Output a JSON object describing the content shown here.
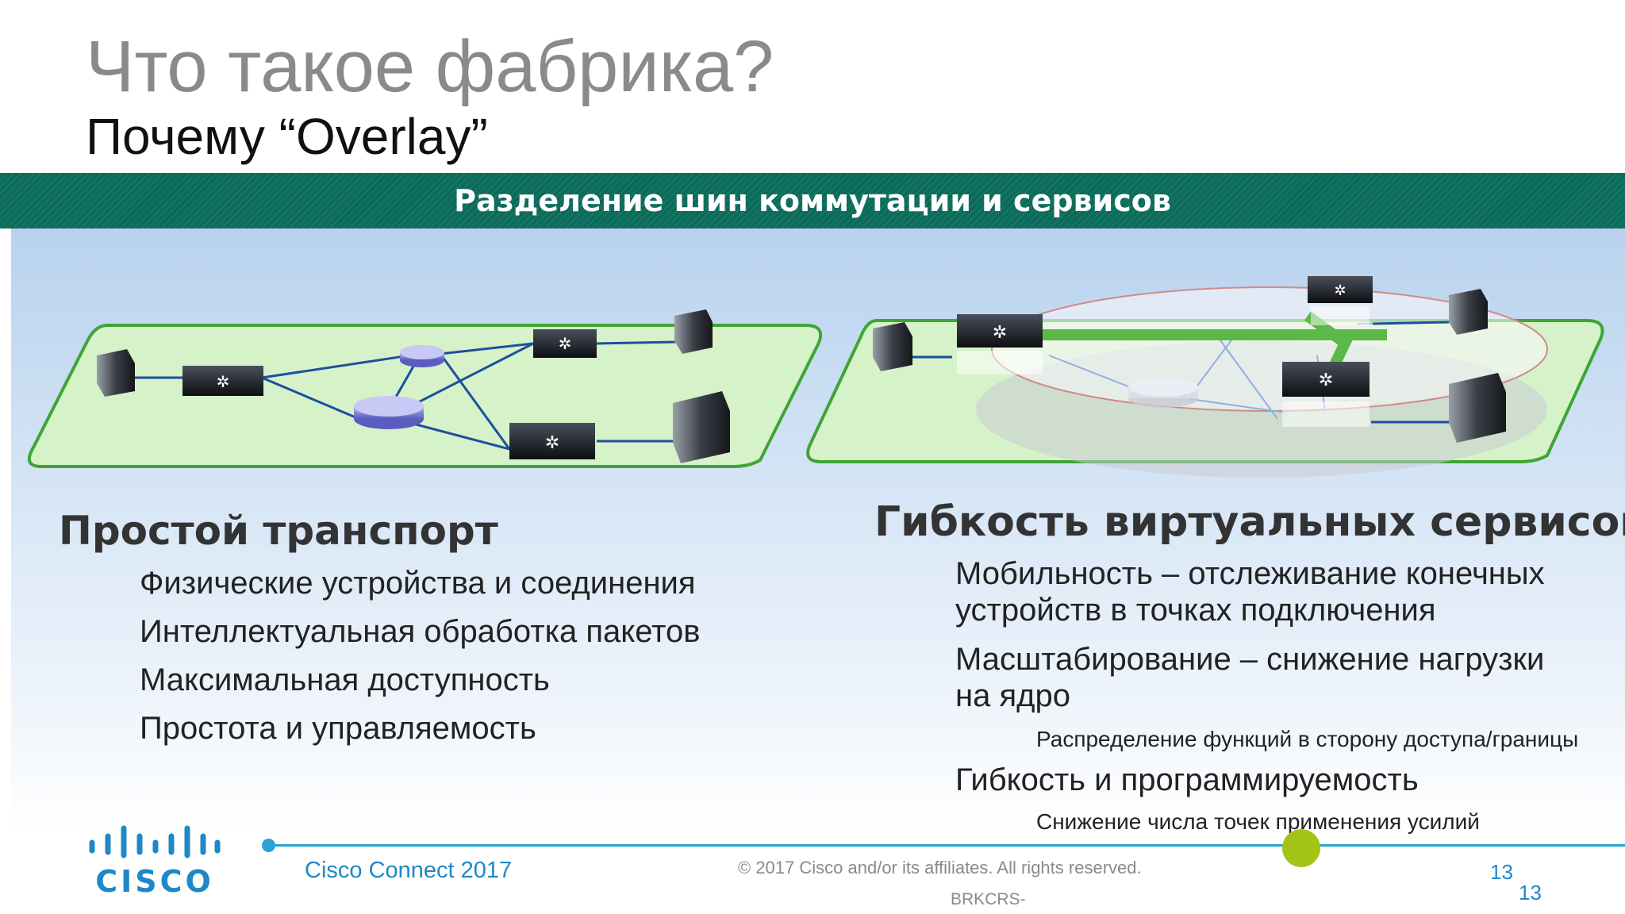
{
  "slide": {
    "title": "Что такое фабрика?",
    "subtitle": "Почему “Overlay”",
    "banner": "Разделение шин коммутации и сервисов"
  },
  "left": {
    "heading": "Простой транспорт",
    "items": [
      "Физические устройства и соединения",
      "Интеллектуальная обработка пакетов",
      "Максимальная доступность",
      "Простота и управляемость"
    ]
  },
  "right": {
    "heading": "Гибкость виртуальных сервисов",
    "item1_line1": "Мобильность – отслеживание конечных",
    "item1_line2": "устройств в точках подключения",
    "item2_line1": "Масштабирование – снижение нагрузки",
    "item2_line2": "на ядро",
    "item2_sub": "Распределение функций в сторону доступа/границы",
    "item3": "Гибкость и программируемость",
    "item3_sub": "Снижение числа точек применения усилий"
  },
  "footer": {
    "logo_text": "CISCO",
    "event": "Cisco Connect 2017",
    "copyright": "© 2017  Cisco and/or its affiliates. All rights reserved.",
    "session": "BRKCRS-",
    "page_a": "13",
    "page_b": "13"
  },
  "colors": {
    "banner": "#0b6b5a",
    "accent_blue": "#29a3d6",
    "overlay_green": "#5cb848",
    "fabric_fill": "#d6f2c8",
    "dot_green": "#a3c317"
  }
}
